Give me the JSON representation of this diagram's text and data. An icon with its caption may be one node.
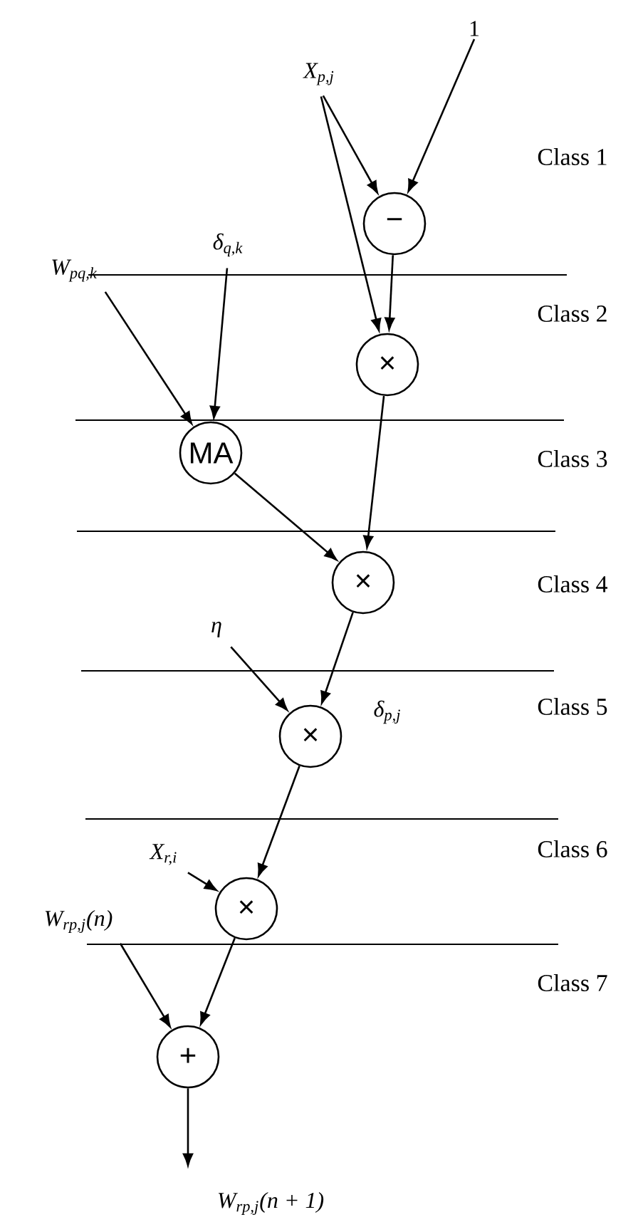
{
  "diagram": {
    "nodes": [
      {
        "text": [
          "X$_{p,j}$"
        ]
      },
      {
        "text": [
          "1"
        ]
      },
      {
        "text": [
          "−"
        ]
      },
      {
        "text": [
          "W$_{pq,k}$"
        ]
      },
      {
        "text": [
          "δ$_{q,k}$"
        ]
      },
      {
        "text": [
          "×"
        ]
      },
      {
        "text": [
          "MA"
        ]
      },
      {
        "text": [
          "×"
        ]
      },
      {
        "text": [
          "η"
        ]
      },
      {
        "text": [
          "×"
        ]
      },
      {
        "text": [
          "X$_{r,i}$"
        ]
      },
      {
        "text": [
          "×"
        ]
      },
      {
        "text": [
          "W$_{rp,j}$(n)"
        ]
      },
      {
        "text": [
          "+"
        ]
      },
      {
        "text": [
          "W$_{rp,j}$(n + 1)"
        ]
      }
    ],
    "edges": [
      {
        "from": 0,
        "to": 2,
        "arrow": "to"
      },
      {
        "from": 0,
        "to": 5,
        "arrow": "to"
      },
      {
        "from": 1,
        "to": 2,
        "arrow": "to"
      },
      {
        "from": 2,
        "to": 5,
        "arrow": "to"
      },
      {
        "from": 3,
        "to": 6,
        "arrow": "to"
      },
      {
        "from": 4,
        "to": 6,
        "arrow": "to"
      },
      {
        "from": 6,
        "to": 7,
        "arrow": "to"
      },
      {
        "from": 5,
        "to": 7,
        "arrow": "to"
      },
      {
        "from": 8,
        "to": 9,
        "arrow": "to"
      },
      {
        "from": 7,
        "to": 9,
        "arrow": "to",
        "label": "δ$_{p,j}$"
      },
      {
        "from": 9,
        "to": 11,
        "arrow": "to"
      },
      {
        "from": 10,
        "to": 11,
        "arrow": "to"
      },
      {
        "from": 12,
        "to": 13,
        "arrow": "to"
      },
      {
        "from": 11,
        "to": 13,
        "arrow": "to"
      },
      {
        "from": 13,
        "to": 14,
        "arrow": "to"
      }
    ],
    "labels": [
      "Class 1",
      "Class 2",
      "Class 3",
      "Class 4",
      "Class 5",
      "Class 6",
      "Class 7"
    ]
  }
}
